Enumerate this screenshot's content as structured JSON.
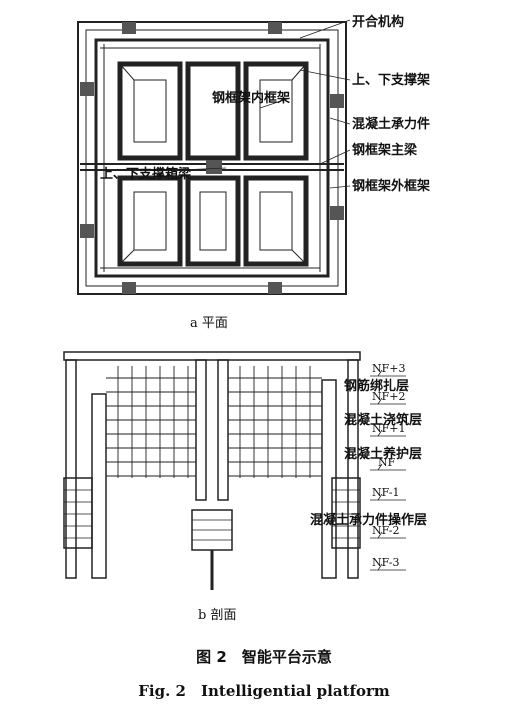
{
  "plan": {
    "subtitle": "a 平面",
    "callouts": [
      "开合机构",
      "上、下支撑架",
      "钢框架内框架",
      "混凝土承力件",
      "钢框架主梁",
      "上、下支撑箱梁",
      "钢框架外框架"
    ]
  },
  "section": {
    "subtitle": "b 剖面",
    "levels": [
      "NF+3",
      "NF+2",
      "NF+1",
      "NF",
      "NF-1",
      "NF-2",
      "NF-3"
    ],
    "layers": [
      "钢筋绑扎层",
      "混凝土浇筑层",
      "混凝土养护层",
      "混凝土承力件操作层"
    ]
  },
  "caption": {
    "zh": "图 2　智能平台示意",
    "en": "Fig. 2　Intelligential platform"
  }
}
